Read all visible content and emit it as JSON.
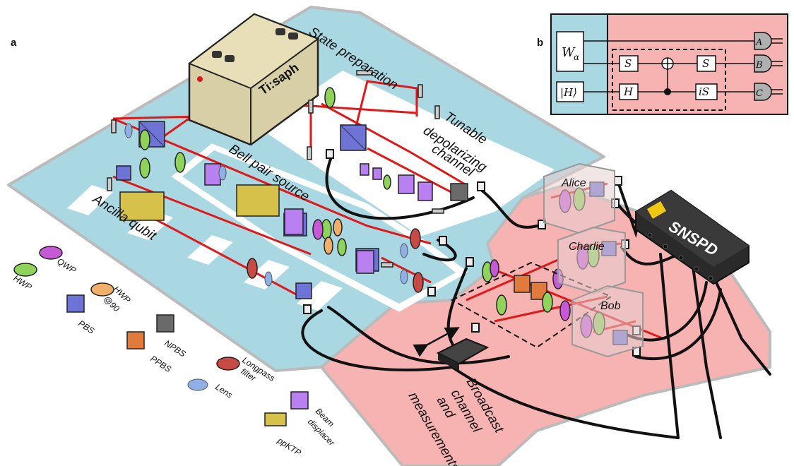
{
  "panel_labels": {
    "a": "a",
    "b": "b"
  },
  "regions": {
    "state_preparation": "State preparation",
    "tunable_line1": "Tunable",
    "tunable_line2": "depolarizing",
    "tunable_line3": "channel",
    "bell_pair_source": "Bell pair source",
    "ancilla_qubit": "Ancilla qubit",
    "broadcast_line1": "Broadcast",
    "broadcast_line2": "channel",
    "broadcast_line3": "and",
    "broadcast_line4": "measurements"
  },
  "devices": {
    "laser": "Ti:saph",
    "detector": "SNSPD",
    "alice": "Alice",
    "charlie": "Charlie",
    "bob": "Bob"
  },
  "legend": {
    "qwp": "QWP",
    "hwp": "HWP",
    "hwp90_line1": "HWP",
    "hwp90_line2": "@90",
    "pbs": "PBS",
    "npbs": "NPBS",
    "ppbs": "PPBS",
    "longpass_line1": "Longpass",
    "longpass_line2": "filter",
    "lens": "Lens",
    "beam_disp_line1": "Beam",
    "beam_disp_line2": "displacer",
    "ppktp": "ppKTP"
  },
  "circuit": {
    "w_alpha": "W",
    "w_alpha_sub": "α",
    "h_ket": "|H⟩",
    "s1": "S",
    "s2": "S",
    "h_gate": "H",
    "is_gate": "iS",
    "meas_a": "A",
    "meas_b": "B",
    "meas_c": "C"
  },
  "colors": {
    "prep_region": "#a9d7e2",
    "broadcast_region": "#f7b2b2",
    "beam": "#e0181a",
    "fiber": "#111111",
    "laser_body": "#d9cfa6",
    "hwp": "#8fd35a",
    "qwp": "#c65ad6",
    "hwp90": "#f0b06a",
    "pbs": "#6e74d6",
    "npbs": "#6a6a6a",
    "ppbs": "#e07b3c",
    "filter": "#c84a44",
    "lens": "#8fb0e6",
    "beam_displacer": "#b880f0",
    "ppktp": "#d6c24a",
    "detector_body": "#2a2a2a",
    "snspd_logo": "#f0c814"
  }
}
